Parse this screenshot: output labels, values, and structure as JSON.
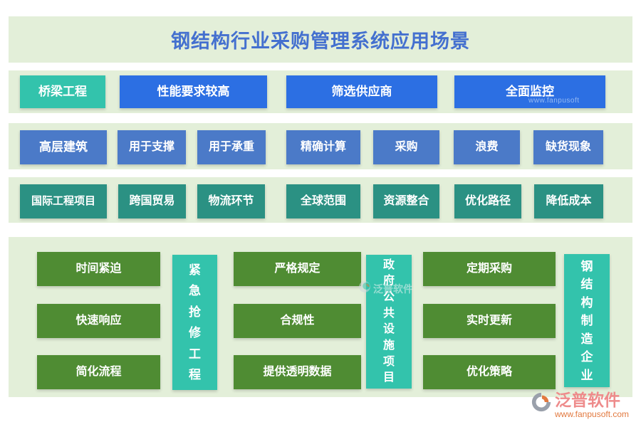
{
  "title": "钢结构行业采购管理系统应用场景",
  "rows": [
    {
      "header": {
        "label": "桥梁工程"
      },
      "items": [
        {
          "label": "性能要求较高"
        },
        {
          "label": "筛选供应商"
        },
        {
          "label": "全面监控"
        }
      ]
    },
    {
      "header": {
        "label": "高层建筑"
      },
      "items": [
        {
          "label": "用于支撑"
        },
        {
          "label": "用于承重"
        },
        {
          "label": "精确计算"
        },
        {
          "label": "采购"
        },
        {
          "label": "浪费"
        },
        {
          "label": "缺货现象"
        }
      ]
    },
    {
      "header": {
        "label": "国际工程项目"
      },
      "items": [
        {
          "label": "跨国贸易"
        },
        {
          "label": "物流环节"
        },
        {
          "label": "全球范围"
        },
        {
          "label": "资源整合"
        },
        {
          "label": "优化路径"
        },
        {
          "label": "降低成本"
        }
      ]
    }
  ],
  "bottom": {
    "groups": [
      {
        "tag": "紧急抢修工程",
        "items": [
          "时间紧迫",
          "快速响应",
          "简化流程"
        ]
      },
      {
        "tag": "政府公共设施项目",
        "items": [
          "严格规定",
          "合规性",
          "提供透明数据"
        ]
      },
      {
        "tag": "钢结构制造企业",
        "items": [
          "定期采购",
          "实时更新",
          "优化策略"
        ]
      }
    ]
  },
  "watermark": {
    "brand": "泛普软件",
    "url": "www.fanpusoft.com",
    "faint_url": "www.fanpusoft",
    "mid_brand": "泛普软件"
  },
  "colors": {
    "band_green": "#e3efd9",
    "title_blue": "#4470cf",
    "teal_bright": "#33c3ac",
    "blue_vivid": "#2c6fe3",
    "blue_muted": "#4b7ac8",
    "teal_dark": "#2b9183",
    "green_block": "#4f8c33",
    "brand_pink": "#ee8b8b",
    "url_orange": "#e2793f"
  }
}
